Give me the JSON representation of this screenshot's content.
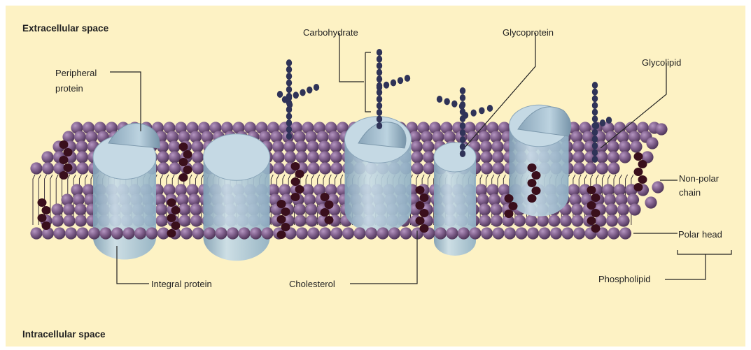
{
  "regions": {
    "top": "Extracellular space",
    "bottom": "Intracellular space"
  },
  "labels": {
    "peripheral_protein": [
      "Peripheral",
      "protein"
    ],
    "carbohydrate": "Carbohydrate",
    "glycoprotein": "Glycoprotein",
    "glycolipid": "Glycolipid",
    "nonpolar_chain": [
      "Non-polar",
      "chain"
    ],
    "polar_head": "Polar head",
    "phospholipid": "Phospholipid",
    "integral_protein": "Integral protein",
    "cholesterol": "Cholesterol"
  },
  "colors": {
    "background": "#fdf2c4",
    "phospholipid_head": "#7a5a86",
    "protein": "#a9c3d4",
    "cholesterol": "#3a0f1c",
    "carbohydrate": "#2f3358",
    "leader_line": "#222222"
  }
}
